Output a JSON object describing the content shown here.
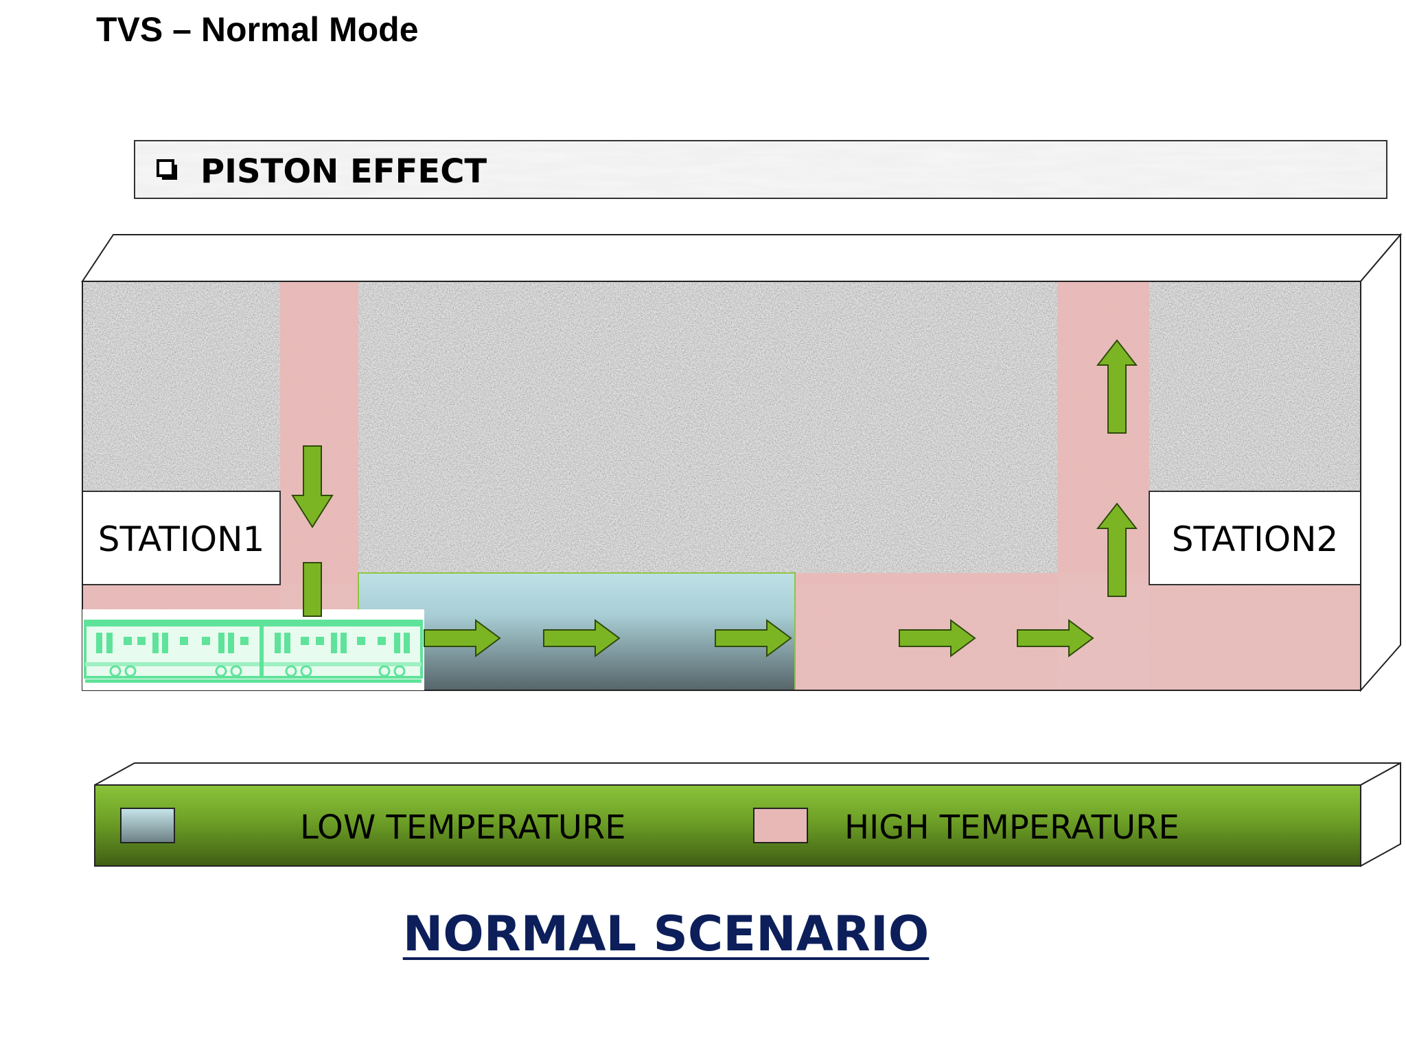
{
  "page": {
    "title": "TVS – Normal Mode",
    "scenario": "NORMAL SCENARIO"
  },
  "banner": {
    "label": "PISTON EFFECT",
    "bullet_icon": "checkbox-bullet-icon"
  },
  "tunnel": {
    "stations": [
      {
        "label": "STATION1"
      },
      {
        "label": "STATION2"
      }
    ],
    "train_icon": "train-icon",
    "airflow_icon": "green-arrow-icon",
    "colors": {
      "rock": "#8f8f8f",
      "high_temp": "#e7b8b6",
      "low_temp_top": "#bde0e6",
      "low_temp_bottom": "#58676c",
      "arrow": "#7cb524",
      "train": "#5fe39a"
    }
  },
  "legend": {
    "items": [
      {
        "label": "LOW TEMPERATURE",
        "color": "#aacbd2"
      },
      {
        "label": "HIGH TEMPERATURE",
        "color": "#e7b8b6"
      }
    ],
    "colors": {
      "bar_top": "#8bc43a",
      "bar_bottom": "#3f5f14"
    }
  }
}
